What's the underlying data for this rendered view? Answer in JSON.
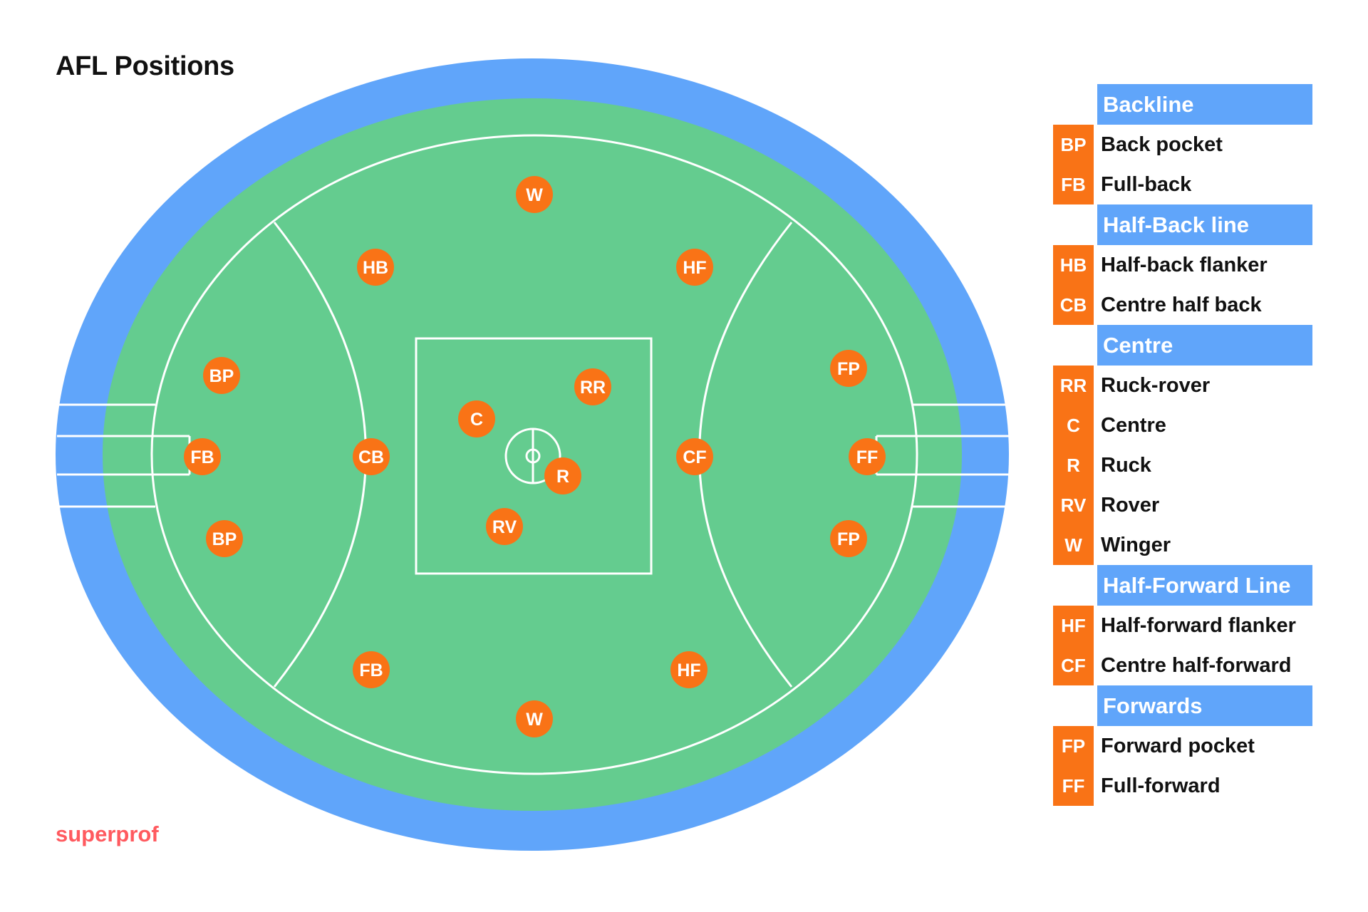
{
  "title": "AFL Positions",
  "brand": "superprof",
  "colors": {
    "outer_ring": "#60a5fa",
    "field": "#64cc8f",
    "lines": "#ffffff",
    "position_marker": "#f97316",
    "header_bg": "#60a5fa"
  },
  "field_positions": [
    {
      "code": "W"
    },
    {
      "code": "HB"
    },
    {
      "code": "HF"
    },
    {
      "code": "BP"
    },
    {
      "code": "FP"
    },
    {
      "code": "RR"
    },
    {
      "code": "C"
    },
    {
      "code": "FB"
    },
    {
      "code": "CB"
    },
    {
      "code": "CF"
    },
    {
      "code": "FF"
    },
    {
      "code": "R"
    },
    {
      "code": "RV"
    },
    {
      "code": "BP"
    },
    {
      "code": "FP"
    },
    {
      "code": "FB"
    },
    {
      "code": "HF"
    },
    {
      "code": "W"
    }
  ],
  "legend": [
    {
      "header": "Backline",
      "items": [
        {
          "code": "BP",
          "name": "Back pocket"
        },
        {
          "code": "FB",
          "name": "Full-back"
        }
      ]
    },
    {
      "header": "Half-Back line",
      "items": [
        {
          "code": "HB",
          "name": "Half-back flanker"
        },
        {
          "code": "CB",
          "name": "Centre half back"
        }
      ]
    },
    {
      "header": "Centre",
      "items": [
        {
          "code": "RR",
          "name": "Ruck-rover"
        },
        {
          "code": "C",
          "name": "Centre"
        },
        {
          "code": "R",
          "name": "Ruck"
        },
        {
          "code": "RV",
          "name": "Rover"
        },
        {
          "code": "W",
          "name": "Winger"
        }
      ]
    },
    {
      "header": "Half-Forward Line",
      "items": [
        {
          "code": "HF",
          "name": "Half-forward flanker"
        },
        {
          "code": "CF",
          "name": "Centre half-forward"
        }
      ]
    },
    {
      "header": "Forwards",
      "items": [
        {
          "code": "FP",
          "name": "Forward pocket"
        },
        {
          "code": "FF",
          "name": "Full-forward"
        }
      ]
    }
  ]
}
